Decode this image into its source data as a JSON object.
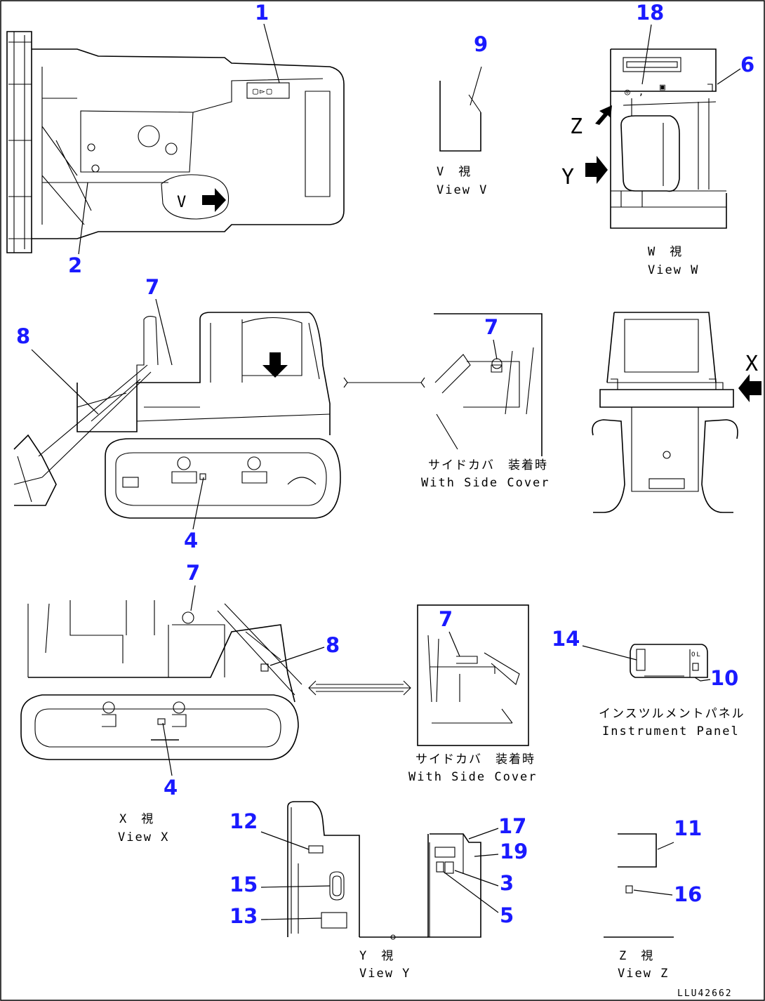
{
  "drawing": {
    "code": "LLU42662",
    "callouts": [
      "1",
      "2",
      "3",
      "4",
      "5",
      "6",
      "7",
      "8",
      "9",
      "10",
      "11",
      "12",
      "13",
      "14",
      "15",
      "16",
      "17",
      "18",
      "19"
    ],
    "views": {
      "v": {
        "jp": "V　視",
        "en": "View V",
        "letter": "V"
      },
      "w": {
        "jp": "W　視",
        "en": "View W",
        "letter": "W"
      },
      "x": {
        "jp": "X　視",
        "en": "View X",
        "letter": "X"
      },
      "y": {
        "jp": "Y　視",
        "en": "View Y",
        "letter": "Y"
      },
      "z": {
        "jp": "Z　視",
        "en": "View Z",
        "letter": "Z"
      }
    },
    "side_cover_jp": "サイドカバ　装着時",
    "side_cover_en": "With Side Cover",
    "side_cover_en_2": "With Side Cover",
    "panel_jp": "インスツルメントパネル",
    "panel_en": "Instrument Panel"
  }
}
